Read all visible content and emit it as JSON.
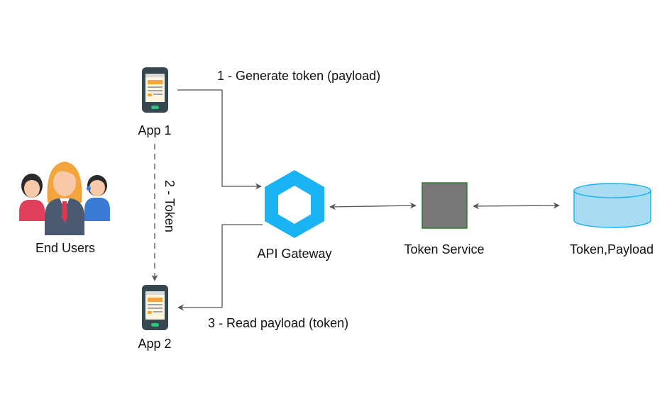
{
  "nodes": {
    "end_users": "End Users",
    "app1": "App 1",
    "app2": "App 2",
    "api_gateway": "API Gateway",
    "token_service": "Token Service",
    "datastore": "Token,Payload"
  },
  "edges": {
    "generate": "1 - Generate token (payload)",
    "token": "2 - Token",
    "read": "3 - Read payload (token)"
  },
  "colors": {
    "gateway": "#1ab4f5",
    "token_service_fill": "#777777",
    "token_service_stroke": "#2f7d2f",
    "datastore_fill": "#a9dcf2",
    "datastore_stroke": "#1ab4f5",
    "phone_body": "#37474f",
    "arrow": "#555555"
  },
  "icons": {
    "end_users": "users-group-icon",
    "app": "mobile-phone-icon",
    "gateway": "hexagon-icon",
    "datastore": "database-cylinder-icon"
  }
}
